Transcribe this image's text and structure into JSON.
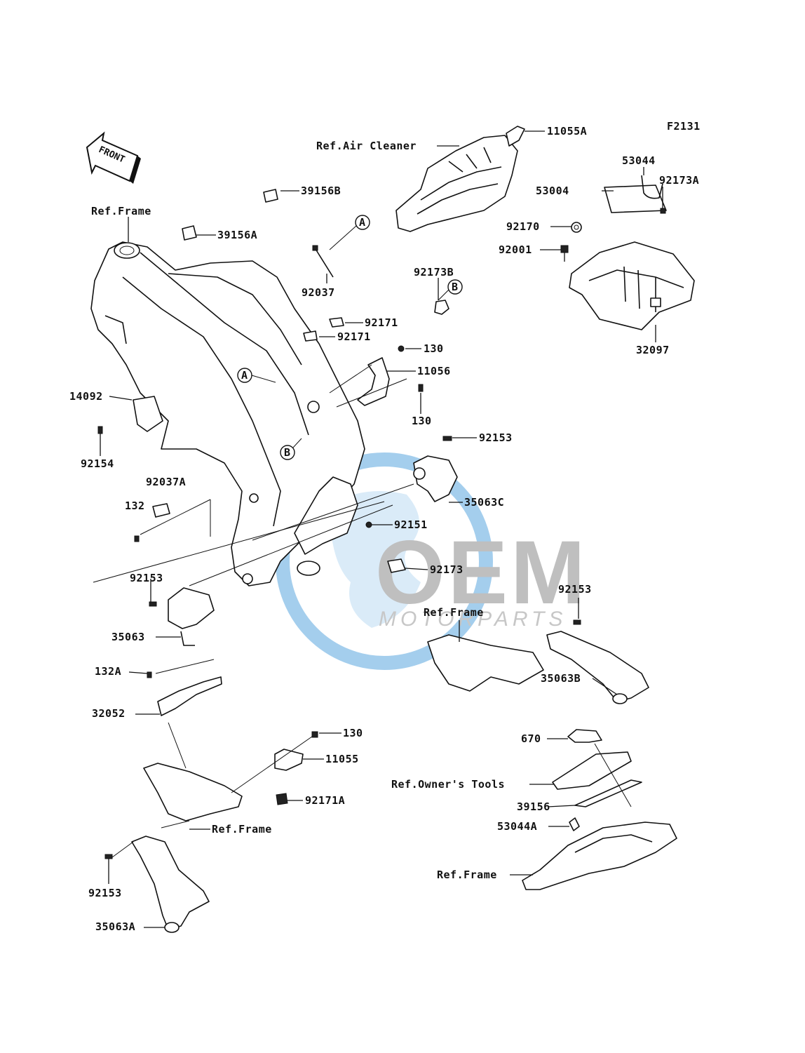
{
  "figure_code": "F2131",
  "front_label": "FRONT",
  "watermark": {
    "brand": "OEM",
    "sub": "MOTORPARTS",
    "color_blue": "#5aa7df",
    "color_gray": "#9a9a9a"
  },
  "callouts": {
    "c11055A": "11055A",
    "refAirCleaner": "Ref.Air Cleaner",
    "c53044": "53044",
    "c92173A": "92173A",
    "c53004": "53004",
    "c92170": "92170",
    "c92001": "92001",
    "c32097": "32097",
    "c39156B": "39156B",
    "c39156A": "39156A",
    "refFrame1": "Ref.Frame",
    "c92037": "92037",
    "c92173B": "92173B",
    "c92171a": "92171",
    "c92171b": "92171",
    "c130a": "130",
    "c11056": "11056",
    "c130b": "130",
    "c14092": "14092",
    "c92154": "92154",
    "c92153a": "92153",
    "c35063C": "35063C",
    "c92037A": "92037A",
    "c132": "132",
    "c92151": "92151",
    "c92173": "92173",
    "c92153b": "92153",
    "c35063": "35063",
    "c92153c": "92153",
    "refFrame2": "Ref.Frame",
    "c35063B": "35063B",
    "c132A": "132A",
    "c32052": "32052",
    "c130c": "130",
    "c11055": "11055",
    "c92171A": "92171A",
    "refFrame3": "Ref.Frame",
    "c92153d": "92153",
    "c35063A": "35063A",
    "c670": "670",
    "refOwnersTools": "Ref.Owner's Tools",
    "c39156": "39156",
    "c53044A": "53044A",
    "refFrame4": "Ref.Frame"
  },
  "markers": {
    "A": "A",
    "B": "B"
  }
}
